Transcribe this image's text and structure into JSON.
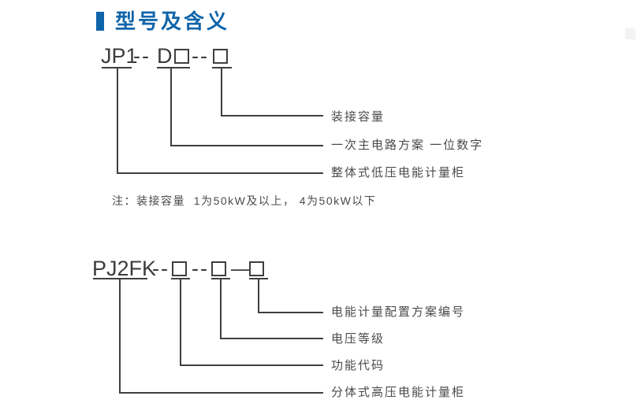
{
  "header": {
    "title": "型号及含义"
  },
  "colors": {
    "title_blue": "#0f64aa",
    "line_dark": "#3f3f3f",
    "label_gray": "#4a4a4a"
  },
  "jp1": {
    "code_prefix": "JP1",
    "dash": "--",
    "code_letter": "D",
    "labels": [
      "装接容量",
      "一次主电路方案 一位数字",
      "整体式低压电能计量柜"
    ],
    "note": "注：装接容量  1为50kW及以上， 4为50kW以下"
  },
  "pj2fk": {
    "code_prefix": "PJ2FK",
    "dash": "--",
    "long_dash": "—",
    "labels": [
      "电能计量配置方案编号",
      "电压等级",
      "功能代码",
      "分体式高压电能计量柜"
    ]
  }
}
